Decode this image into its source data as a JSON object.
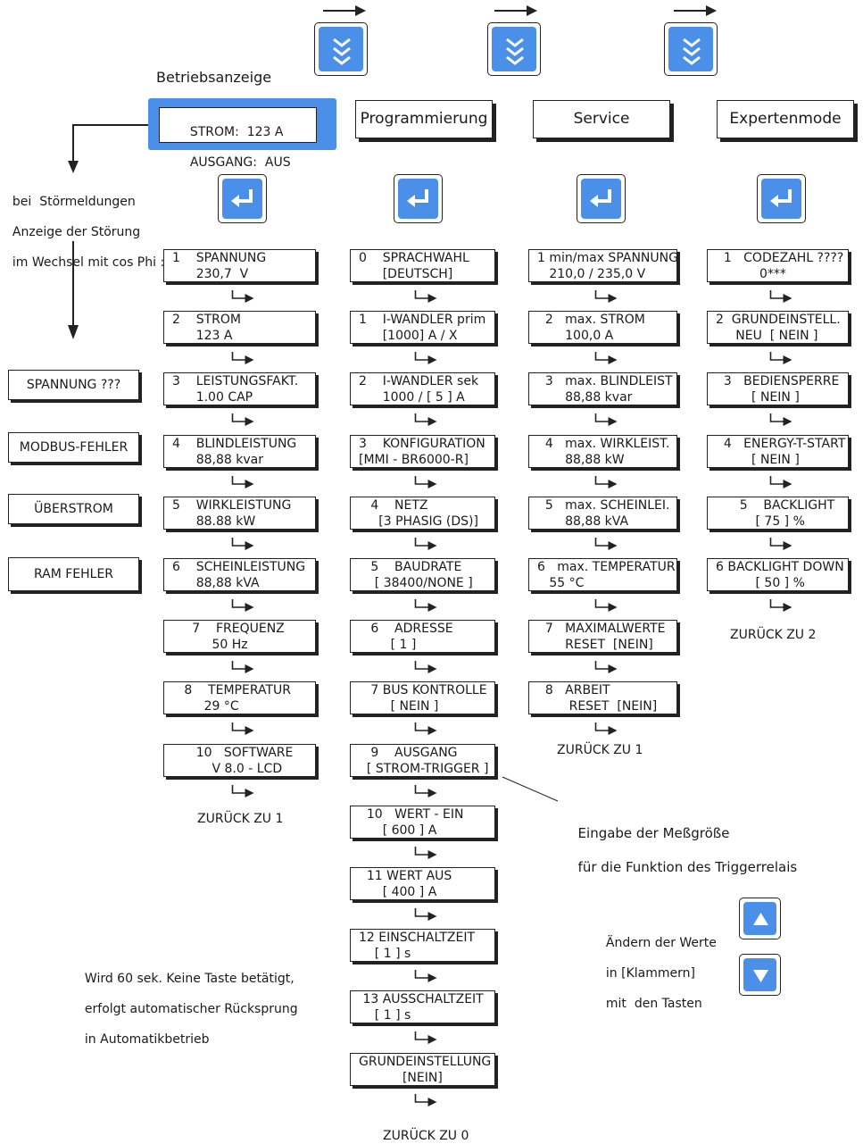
{
  "colors": {
    "accent": "#4a90e8",
    "line": "#222222"
  },
  "headers": {
    "betriebsanzeige": "Betriebsanzeige",
    "display_line1": "STROM:  123 A",
    "display_line2": "AUSGANG:  AUS",
    "programmierung": "Programmierung",
    "service": "Service",
    "expertenmode": "Expertenmode"
  },
  "fault_note": [
    "bei  Störmeldungen",
    "Anzeige der Störung",
    "im Wechsel mit cos Phi :"
  ],
  "fault_boxes": [
    "SPANNUNG ???",
    "MODBUS-FEHLER",
    "ÜBERSTROM",
    "RAM FEHLER"
  ],
  "columns": {
    "betrieb": {
      "items": [
        {
          "l1": "1    SPANNUNG",
          "l2": "      230,7  V"
        },
        {
          "l1": "2    STROM",
          "l2": "      123 A"
        },
        {
          "l1": "3    LEISTUNGSFAKT.",
          "l2": "      1.00 CAP"
        },
        {
          "l1": "4    BLINDLEISTUNG",
          "l2": "      88,88 kvar"
        },
        {
          "l1": "5    WIRKLEISTUNG",
          "l2": "      88.88 kW"
        },
        {
          "l1": "6    SCHEINLEISTUNG",
          "l2": "      88,88 kVA"
        },
        {
          "l1": "     7    FREQUENZ",
          "l2": "          50 Hz"
        },
        {
          "l1": "   8    TEMPERATUR",
          "l2": "        29 °C"
        },
        {
          "l1": "      10   SOFTWARE",
          "l2": "          V 8.0 - LCD"
        }
      ],
      "back": "ZURÜCK ZU 1"
    },
    "programmierung": {
      "items": [
        {
          "l1": "0    SPRACHWAHL",
          "l2": "      [DEUTSCH]"
        },
        {
          "l1": "1    I-WANDLER prim",
          "l2": "      [1000] A / X"
        },
        {
          "l1": "2    I-WANDLER sek",
          "l2": "      1000 / [ 5 ] A"
        },
        {
          "l1": "3    KONFIGURATION",
          "l2": "[MMI - BR6000-R]"
        },
        {
          "l1": "   4    NETZ",
          "l2": "     [3 PHASIG (DS)]"
        },
        {
          "l1": "   5    BAUDRATE",
          "l2": "    [ 38400/NONE ]"
        },
        {
          "l1": "   6    ADRESSE",
          "l2": "        [ 1 ]"
        },
        {
          "l1": "   7 BUS KONTROLLE",
          "l2": "        [ NEIN ]"
        },
        {
          "l1": "   9    AUSGANG",
          "l2": "  [ STROM-TRIGGER ]"
        },
        {
          "l1": "  10   WERT - EIN",
          "l2": "      [ 600 ] A"
        },
        {
          "l1": "  11 WERT AUS",
          "l2": "      [ 400 ] A"
        },
        {
          "l1": "12 EINSCHALTZEIT",
          "l2": "    [ 1 ] s"
        },
        {
          "l1": " 13 AUSSCHALTZEIT",
          "l2": "    [ 1 ] s"
        },
        {
          "l1": "GRUNDEINSTELLUNG",
          "l2": "           [NEIN]"
        }
      ],
      "back": "ZURÜCK ZU 0"
    },
    "service": {
      "items": [
        {
          "l1": "1 min/max SPANNUNG",
          "l2": "   210,0 / 235,0 V"
        },
        {
          "l1": "  2   max. STROM",
          "l2": "       100,0 A"
        },
        {
          "l1": "  3   max. BLINDLEIST",
          "l2": "       88,88 kvar"
        },
        {
          "l1": "  4   max. WIRKLEIST.",
          "l2": "       88,88 kW"
        },
        {
          "l1": "  5   max. SCHEINLEI.",
          "l2": "       88,88 kVA"
        },
        {
          "l1": "6   max. TEMPERATUR",
          "l2": "   55 °C"
        },
        {
          "l1": "  7   MAXIMALWERTE",
          "l2": "       RESET  [NEIN]"
        },
        {
          "l1": "  8   ARBEIT",
          "l2": "        RESET  [NEIN]"
        }
      ],
      "back": "ZURÜCK ZU 1"
    },
    "experten": {
      "items": [
        {
          "l1": "  1   CODEZAHL ????",
          "l2": "           0***"
        },
        {
          "l1": "2  GRUNDEINSTELL.",
          "l2": "     NEU  [ NEIN ]"
        },
        {
          "l1": "  3   BEDIENSPERRE",
          "l2": "         [ NEIN ]"
        },
        {
          "l1": "  4   ENERGY-T-START",
          "l2": "         [ NEIN ]"
        },
        {
          "l1": "      5    BACKLIGHT",
          "l2": "          [ 75 ] %"
        },
        {
          "l1": "6 BACKLIGHT DOWN",
          "l2": "          [ 50 ] %"
        }
      ],
      "back": "ZURÜCK ZU 2"
    }
  },
  "trigger_note": [
    "Eingabe der Meßgröße",
    "für die Funktion des Triggerrelais"
  ],
  "change_note": [
    "Ändern der Werte",
    "in [Klammern]",
    "mit  den Tasten"
  ],
  "auto_note": [
    "Wird 60 sek. Keine Taste betätigt,",
    "erfolgt automatischer Rücksprung",
    "in Automatikbetrieb"
  ]
}
